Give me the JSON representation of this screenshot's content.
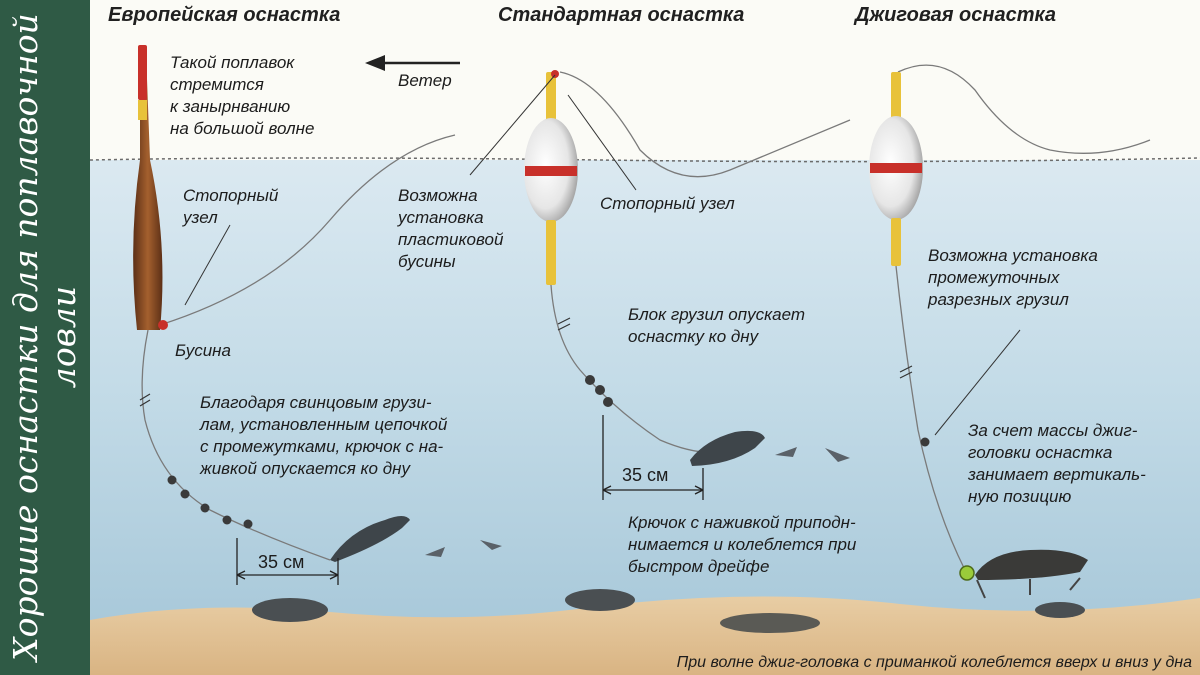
{
  "sidebar": {
    "title": "Хорошие оснастки для поплавочной ловли"
  },
  "columns": [
    {
      "title": "Европейская оснастка"
    },
    {
      "title": "Стандартная оснастка"
    },
    {
      "title": "Джиговая оснастка"
    }
  ],
  "european": {
    "float_note": "Такой поплавок\nстремится\nк занырнванию\nна большой волне",
    "wind_label": "Ветер",
    "stopper_label": "Стопорный\nузел",
    "bead_label": "Бусина",
    "sinking_note": "Благодаря свинцовым грузи-\nлам, установленным цепочкой\nс промежутками, крючок с на-\nживкой опускается ко дну",
    "distance_label": "35 см"
  },
  "standard": {
    "bead_note": "Возможна\nустановка\nпластиковой\nбусины",
    "stopper_label": "Стопорный узел",
    "sinker_note": "Блок грузил опускает\nоснастку ко дну",
    "distance_label": "35 см",
    "hook_note": "Крючок с наживкой приподн-\nнимается и колеблется при\nбыстром дрейфе"
  },
  "jig": {
    "split_shot_note": "Возможна установка\nпромежуточных\nразрезных грузил",
    "vertical_note": "За счет массы джиг-\nголовки оснастка\nзанимает вертикаль-\nную позицию"
  },
  "footer_note": "При волне джиг-головка с приманкой колеблется вверх и вниз у дна",
  "colors": {
    "sidebar": "#2f5a45",
    "water": "#bcd6e4",
    "sand": "#e0c49a",
    "float_red": "#c8302a",
    "float_yellow": "#e8c23a",
    "float_brown": "#8a4a26"
  }
}
